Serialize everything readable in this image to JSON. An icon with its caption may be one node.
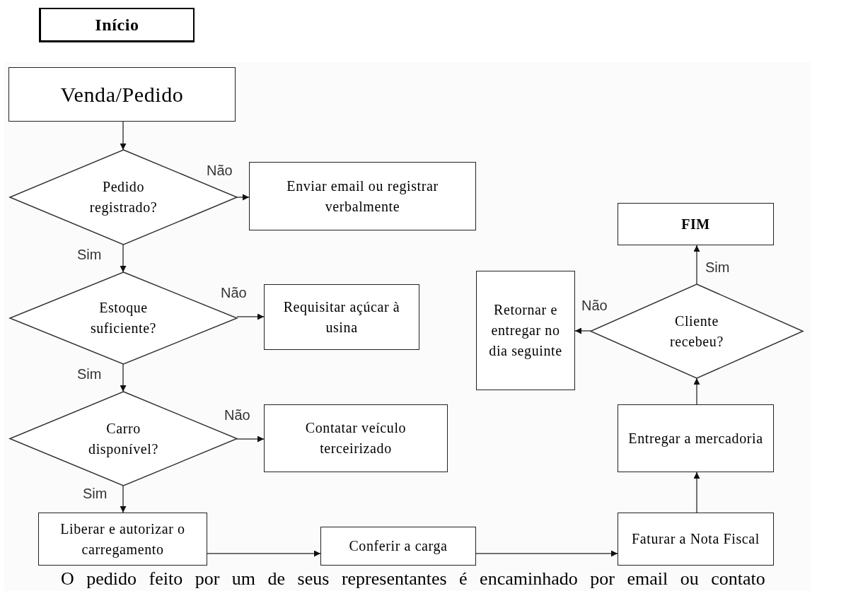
{
  "diagram": {
    "caption": "O pedido feito por um de seus representantes é encaminhado por email ou contato",
    "nodes": [
      {
        "text": [
          "Início"
        ]
      },
      {
        "text": [
          "Venda/Pedido"
        ]
      },
      {
        "text": [
          "Pedido registrado?"
        ]
      },
      {
        "text": [
          "Enviar email ou registrar verbalmente"
        ]
      },
      {
        "text": [
          "Estoque suficiente?"
        ]
      },
      {
        "text": [
          "Requisitar açúcar à usina"
        ]
      },
      {
        "text": [
          "Carro disponível?"
        ]
      },
      {
        "text": [
          "Contatar veículo terceirizado"
        ]
      },
      {
        "text": [
          "Liberar e autorizar o carregamento"
        ]
      },
      {
        "text": [
          "Conferir a carga"
        ]
      },
      {
        "text": [
          "Faturar a Nota Fiscal"
        ]
      },
      {
        "text": [
          "Entregar a mercadoria"
        ]
      },
      {
        "text": [
          "Cliente recebeu?"
        ]
      },
      {
        "text": [
          "FIM"
        ]
      },
      {
        "text": [
          "Retornar e entregar no dia seguinte"
        ]
      }
    ],
    "edges": [
      {
        "from": 1,
        "to": 2,
        "arrow": "to"
      },
      {
        "from": 2,
        "to": 3,
        "arrow": "to",
        "label": "Não"
      },
      {
        "from": 2,
        "to": 4,
        "arrow": "to",
        "label": "Sim"
      },
      {
        "from": 4,
        "to": 5,
        "arrow": "to",
        "label": "Não"
      },
      {
        "from": 4,
        "to": 6,
        "arrow": "to",
        "label": "Sim"
      },
      {
        "from": 6,
        "to": 7,
        "arrow": "to",
        "label": "Não"
      },
      {
        "from": 6,
        "to": 8,
        "arrow": "to",
        "label": "Sim"
      },
      {
        "from": 8,
        "to": 9,
        "arrow": "to"
      },
      {
        "from": 9,
        "to": 10,
        "arrow": "to"
      },
      {
        "from": 10,
        "to": 11,
        "arrow": "to"
      },
      {
        "from": 11,
        "to": 12,
        "arrow": "to"
      },
      {
        "from": 12,
        "to": 13,
        "arrow": "to",
        "label": "Sim"
      },
      {
        "from": 12,
        "to": 14,
        "arrow": "to",
        "label": "Não"
      }
    ]
  }
}
